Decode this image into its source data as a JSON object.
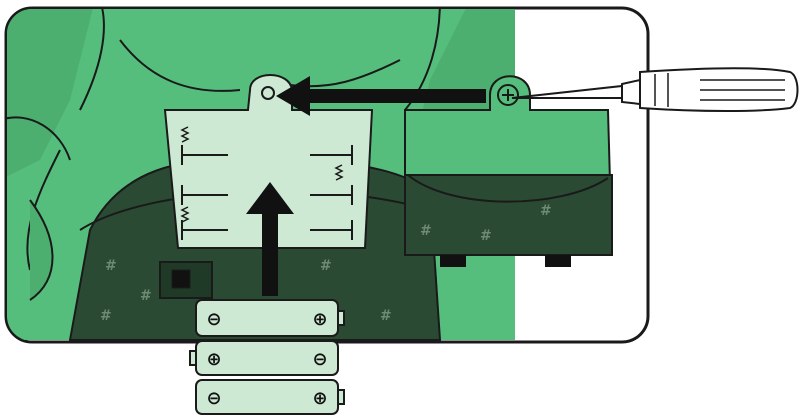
{
  "figure": {
    "subject": "battery-installation-instructions",
    "colors": {
      "skin": "#56be7c",
      "skin_shadow": "#3f9e5f",
      "pants": "#2a4a33",
      "pants_dark": "#1f3a27",
      "battery": "#cde9d3",
      "outline": "#1a1a1a",
      "arrow": "#111111",
      "background": "#ffffff"
    },
    "steps": [
      {
        "name": "remove-screw",
        "icon": "screwdriver-icon"
      },
      {
        "name": "open-battery-cover",
        "icon": "arrow-left-icon"
      },
      {
        "name": "insert-batteries",
        "icon": "arrow-up-icon"
      }
    ],
    "batteries": [
      {
        "left": "⊖",
        "right": "⊕"
      },
      {
        "left": "⊕",
        "right": "⊖"
      },
      {
        "left": "⊖",
        "right": "⊕"
      }
    ]
  }
}
